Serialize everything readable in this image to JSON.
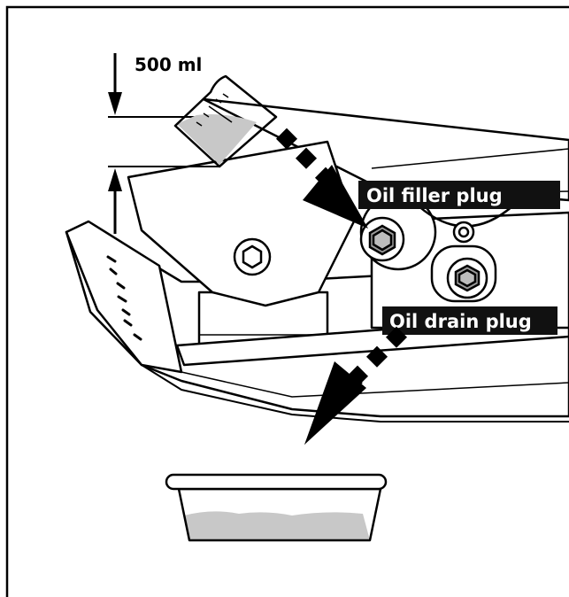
{
  "labels": {
    "volume": "500 ml",
    "filler_plug": "Oil filler plug",
    "drain_plug": "Oil drain plug"
  },
  "icons": {
    "beaker": "beaker-icon",
    "drain_pan": "drain-pan-icon",
    "pour_arrow": "arrow-down-right-icon",
    "drain_arrow": "arrow-down-left-icon",
    "filler_plug": "hex-bolt-icon",
    "drain_plug": "hex-bolt-icon"
  },
  "colors": {
    "line": "#000000",
    "oil": "#c8c8c8",
    "label_bg": "#111111",
    "label_text": "#ffffff",
    "background": "#ffffff"
  }
}
